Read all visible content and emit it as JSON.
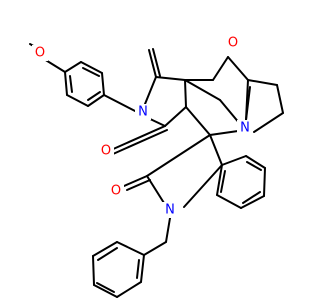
{
  "molecule": {
    "colors": {
      "bond": "#000000",
      "oxygen": "#ff0000",
      "nitrogen": "#0000ff",
      "background": "#ffffff"
    },
    "atoms": {
      "o_methoxy": "O",
      "o_upper_carbonyl": "O",
      "o_lower_carbonyl": "O",
      "o_oxindole": "O",
      "n_imide": "N",
      "n_pyrrolizidine": "N",
      "n_oxindole": "N"
    }
  }
}
